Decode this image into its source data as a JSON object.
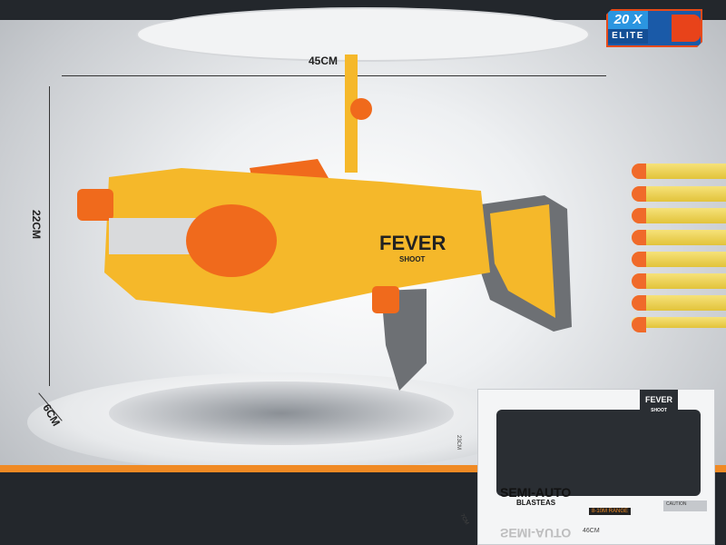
{
  "dimensions": {
    "length": "45CM",
    "height": "22CM",
    "width": "6CM"
  },
  "badge": {
    "count": "20 X",
    "type": "ELITE",
    "colors": {
      "bg": "#1a5aa8",
      "accent": "#e74b1a"
    }
  },
  "blaster": {
    "brand": "FEVER",
    "sub": "SHOOT",
    "colors": {
      "body": "#f5b82a",
      "accent": "#f06a1c",
      "grip": "#6d7074"
    }
  },
  "darts": {
    "count": 8
  },
  "box": {
    "brand": "FEVER",
    "sub": "SHOOT",
    "title": "SEMI-AUTO",
    "subtitle": "BLASTEAS",
    "range": "8-10M RANGE",
    "caution": "CAUTION",
    "length": "46CM",
    "height": "23CM",
    "depth": "7CM"
  }
}
